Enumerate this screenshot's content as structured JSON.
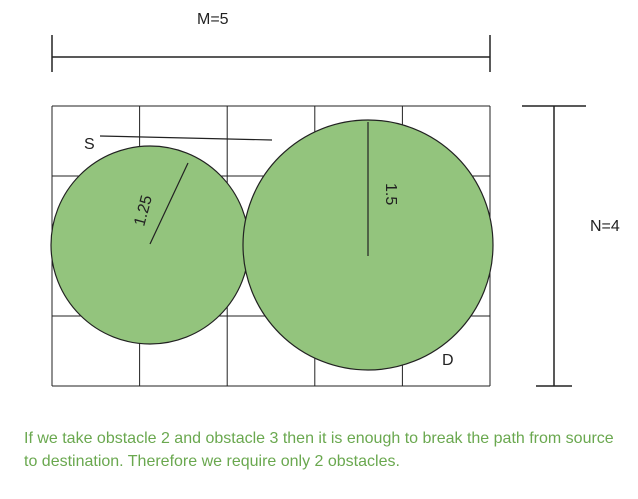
{
  "labels": {
    "width": "M=5",
    "height": "N=4",
    "source": "S",
    "destination": "D"
  },
  "grid": {
    "cols": 5,
    "rows": 4
  },
  "obstacles": [
    {
      "radius_label": "1.25"
    },
    {
      "radius_label": "1.5"
    }
  ],
  "caption": "If we take obstacle 2 and obstacle 3 then it is enough to break the path from source to destination. Therefore we require only 2 obstacles.",
  "colors": {
    "circle_fill": "#93c47d",
    "stroke": "#222222",
    "caption": "#6aa84f"
  }
}
